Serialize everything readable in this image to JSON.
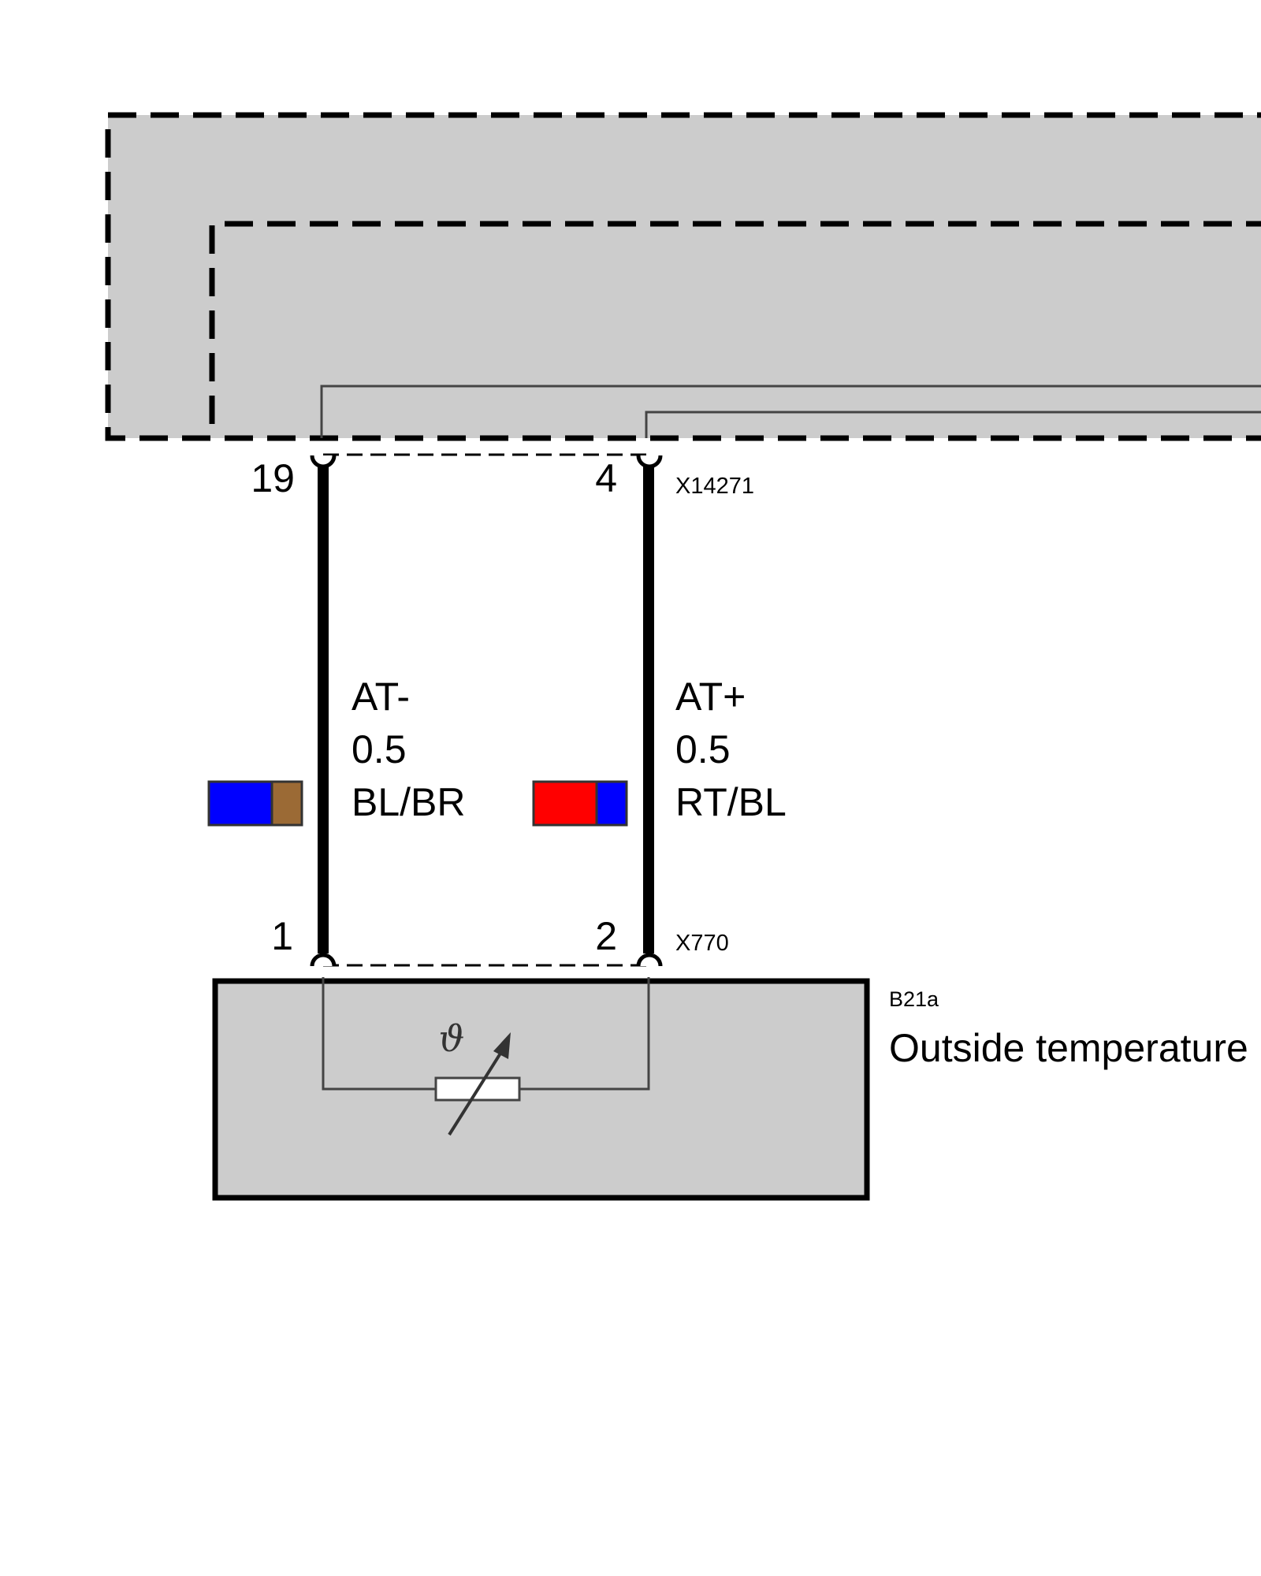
{
  "colors": {
    "module_fill": "#cccccc",
    "wire": "#000000",
    "internal_line": "#444444"
  },
  "upper_connector": {
    "id": "X14271",
    "pins": [
      "19",
      "4"
    ]
  },
  "lower_connector": {
    "id": "X770",
    "pins": [
      "1",
      "2"
    ]
  },
  "wires": [
    {
      "signal": "AT-",
      "size": "0.5",
      "color_code": "BL/BR",
      "swatch": [
        "#0000ff",
        "#9b6a35"
      ]
    },
    {
      "signal": "AT+",
      "size": "0.5",
      "color_code": "RT/BL",
      "swatch": [
        "#ff0000",
        "#0000ff"
      ]
    }
  ],
  "component": {
    "id": "B21a",
    "name": "Outside temperature",
    "symbol": "temperature-dependent-resistor",
    "symbol_label": "ϑ"
  }
}
